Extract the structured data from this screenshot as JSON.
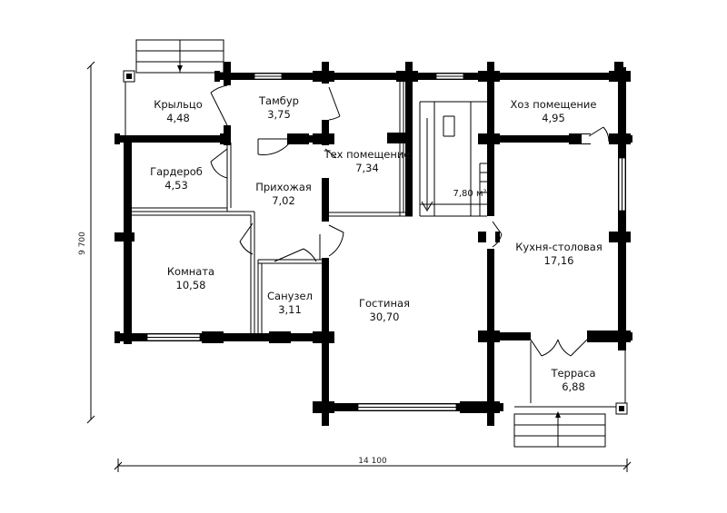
{
  "rooms": [
    {
      "id": "krylco",
      "name": "Крыльцо",
      "area": "4,48"
    },
    {
      "id": "tambur",
      "name": "Тамбур",
      "area": "3,75"
    },
    {
      "id": "tech",
      "name": "Тех помещение",
      "area": "7,34"
    },
    {
      "id": "hoz",
      "name": "Хоз помещение",
      "area": "4,95"
    },
    {
      "id": "garderob",
      "name": "Гардероб",
      "area": "4,53"
    },
    {
      "id": "prihozh",
      "name": "Прихожая",
      "area": "7,02"
    },
    {
      "id": "stair",
      "name": "",
      "area": "7,80 м²"
    },
    {
      "id": "komnata",
      "name": "Комната",
      "area": "10,58"
    },
    {
      "id": "kuhnya",
      "name": "Кухня-столовая",
      "area": "17,16"
    },
    {
      "id": "sanuzel",
      "name": "Санузел",
      "area": "3,11"
    },
    {
      "id": "gostinaya",
      "name": "Гостиная",
      "area": "30,70"
    },
    {
      "id": "terrasa",
      "name": "Терраса",
      "area": "6,88"
    }
  ],
  "dimensions": {
    "width": "14 100",
    "height": "9 700"
  }
}
